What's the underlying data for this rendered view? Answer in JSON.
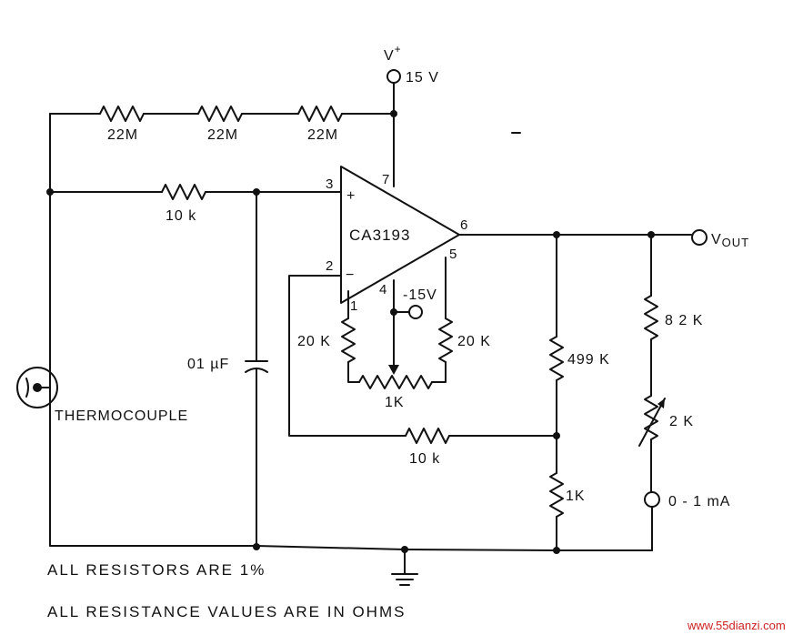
{
  "supply": {
    "label": "V",
    "sup": "+",
    "value": "15 V"
  },
  "neg_supply": "-15V",
  "opamp": {
    "name": "CA3193",
    "plus": "+",
    "minus": "−"
  },
  "pins": {
    "p1": "1",
    "p2": "2",
    "p3": "3",
    "p4": "4",
    "p5": "5",
    "p6": "6",
    "p7": "7"
  },
  "resistors": {
    "r22m_1": "22M",
    "r22m_2": "22M",
    "r22m_3": "22M",
    "r10k_in": "10 k",
    "r10k_fb": "10 k",
    "r20k_left": "20 K",
    "r20k_right": "20 K",
    "pot1k": "1K",
    "r499k": "499 K",
    "r1k": "1K",
    "r82k": "8 2 K",
    "r2k": "2 K"
  },
  "capacitor": "01 µF",
  "thermocouple": "THERMOCOUPLE",
  "output": {
    "label": "V",
    "sub": "OUT"
  },
  "meter": "0 - 1 mA",
  "notes": {
    "resistors_tolerance": "ALL RESISTORS ARE 1%",
    "units": "ALL RESISTANCE VALUES ARE IN OHMS"
  },
  "watermark": "www.55dianzi.com"
}
